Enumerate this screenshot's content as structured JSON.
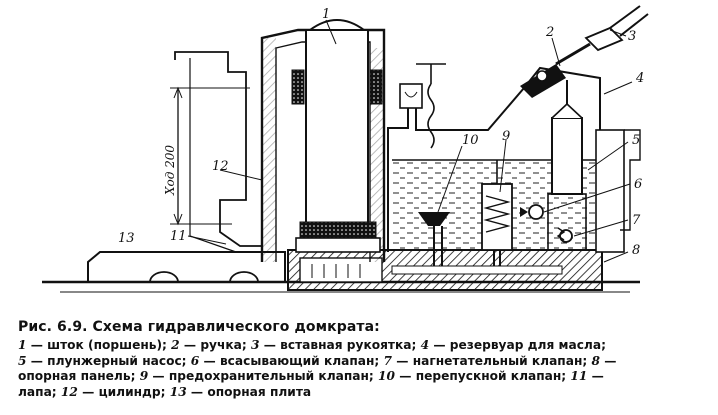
{
  "figure": {
    "part_numbers": [
      "1",
      "2",
      "3",
      "4",
      "5",
      "6",
      "7",
      "8",
      "9",
      "10",
      "11",
      "12",
      "13"
    ],
    "stroke_label": "Ход 200"
  },
  "caption": {
    "title": "Рис. 6.9. Схема гидравлического домкрата:",
    "legend": [
      {
        "n": "1",
        "text": "шток (поршень)"
      },
      {
        "n": "2",
        "text": "ручка"
      },
      {
        "n": "3",
        "text": "вставная рукоятка"
      },
      {
        "n": "4",
        "text": "резервуар для масла"
      },
      {
        "n": "5",
        "text": "плунжерный насос"
      },
      {
        "n": "6",
        "text": "всасывающий клапан"
      },
      {
        "n": "7",
        "text": "нагнетательный клапан"
      },
      {
        "n": "8",
        "text": "опорная панель"
      },
      {
        "n": "9",
        "text": "предохранительный клапан"
      },
      {
        "n": "10",
        "text": "перепускной клапан"
      },
      {
        "n": "11",
        "text": "лапа"
      },
      {
        "n": "12",
        "text": "цилиндр"
      },
      {
        "n": "13",
        "text": "опорная плита"
      }
    ]
  }
}
